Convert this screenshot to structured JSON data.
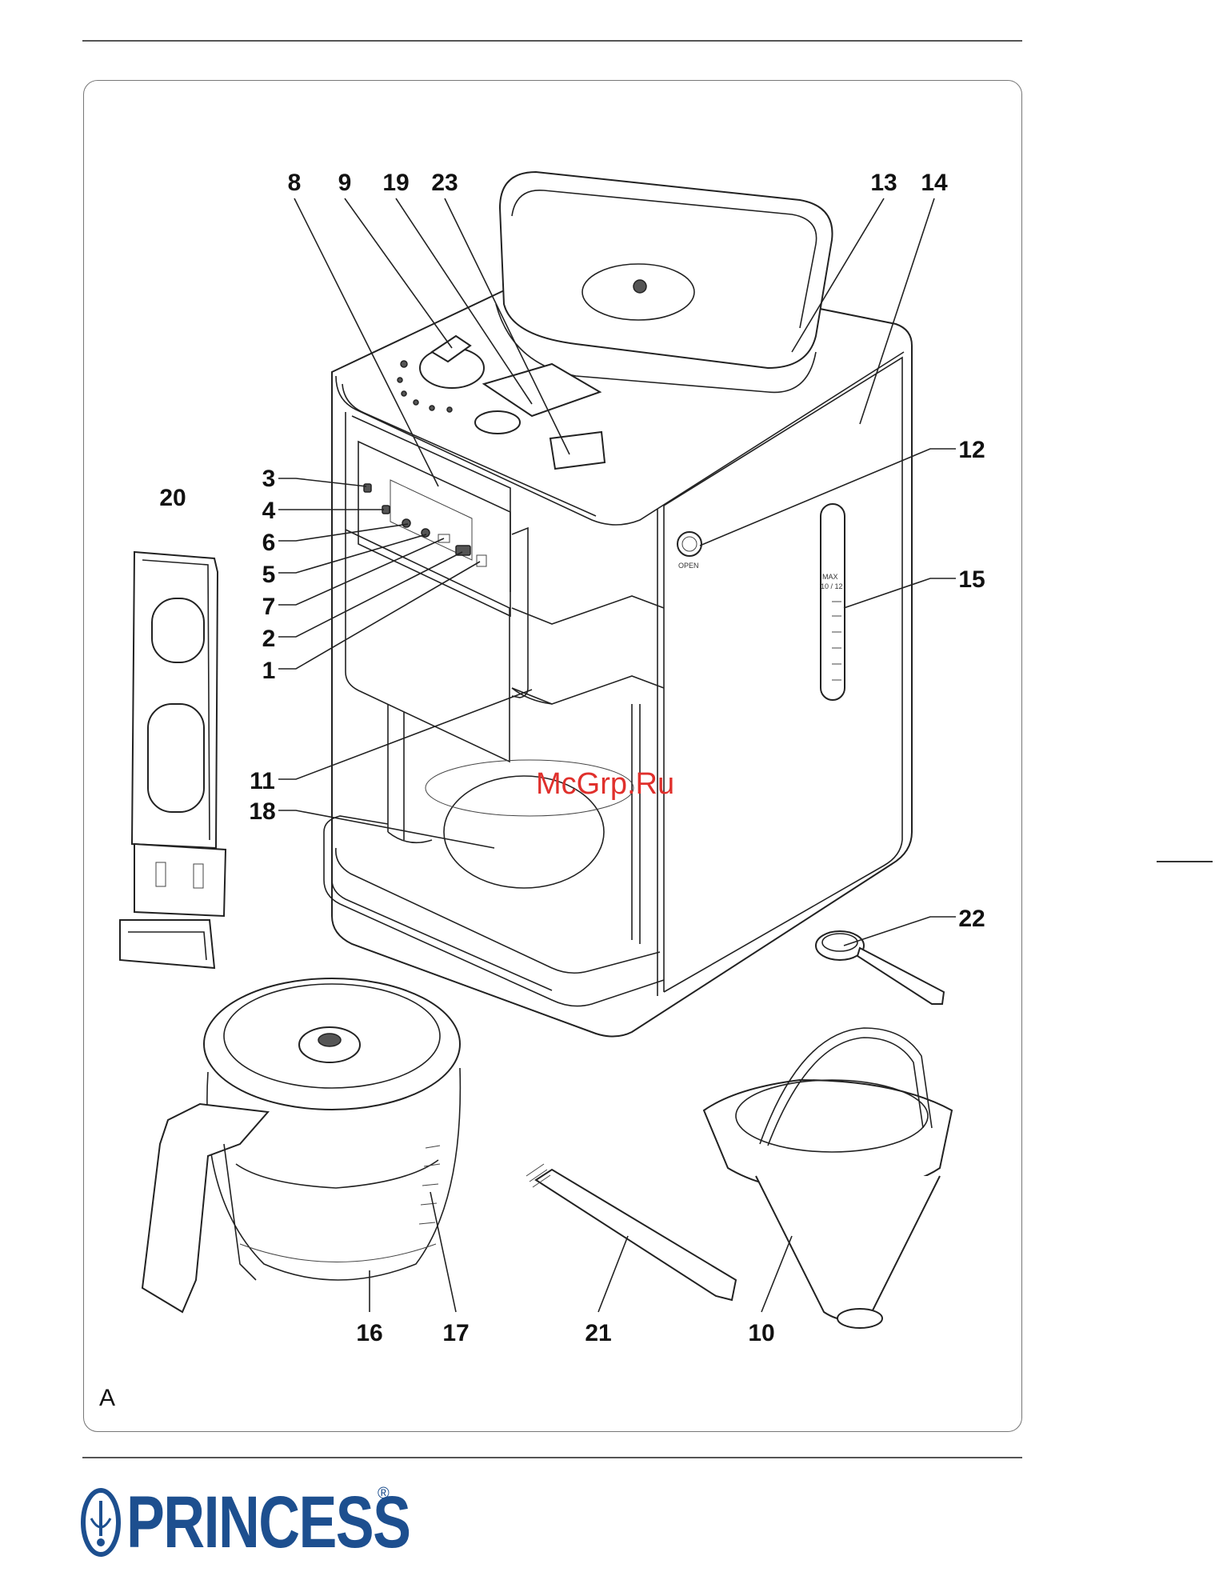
{
  "figure_label": "A",
  "watermark": "McGrp.Ru",
  "brand": {
    "name": "PRINCESS",
    "registered_mark": "®"
  },
  "machine_text": {
    "open_button": "OPEN",
    "max_mark": "MAX",
    "max_value": "10 / 12"
  },
  "callouts": [
    {
      "id": "8",
      "label": "8"
    },
    {
      "id": "9",
      "label": "9"
    },
    {
      "id": "19",
      "label": "19"
    },
    {
      "id": "23",
      "label": "23"
    },
    {
      "id": "13",
      "label": "13"
    },
    {
      "id": "14",
      "label": "14"
    },
    {
      "id": "12",
      "label": "12"
    },
    {
      "id": "15",
      "label": "15"
    },
    {
      "id": "20",
      "label": "20"
    },
    {
      "id": "3",
      "label": "3"
    },
    {
      "id": "4",
      "label": "4"
    },
    {
      "id": "6",
      "label": "6"
    },
    {
      "id": "5",
      "label": "5"
    },
    {
      "id": "7",
      "label": "7"
    },
    {
      "id": "2",
      "label": "2"
    },
    {
      "id": "1",
      "label": "1"
    },
    {
      "id": "11",
      "label": "11"
    },
    {
      "id": "18",
      "label": "18"
    },
    {
      "id": "22",
      "label": "22"
    },
    {
      "id": "16",
      "label": "16"
    },
    {
      "id": "17",
      "label": "17"
    },
    {
      "id": "21",
      "label": "21"
    },
    {
      "id": "10",
      "label": "10"
    }
  ]
}
